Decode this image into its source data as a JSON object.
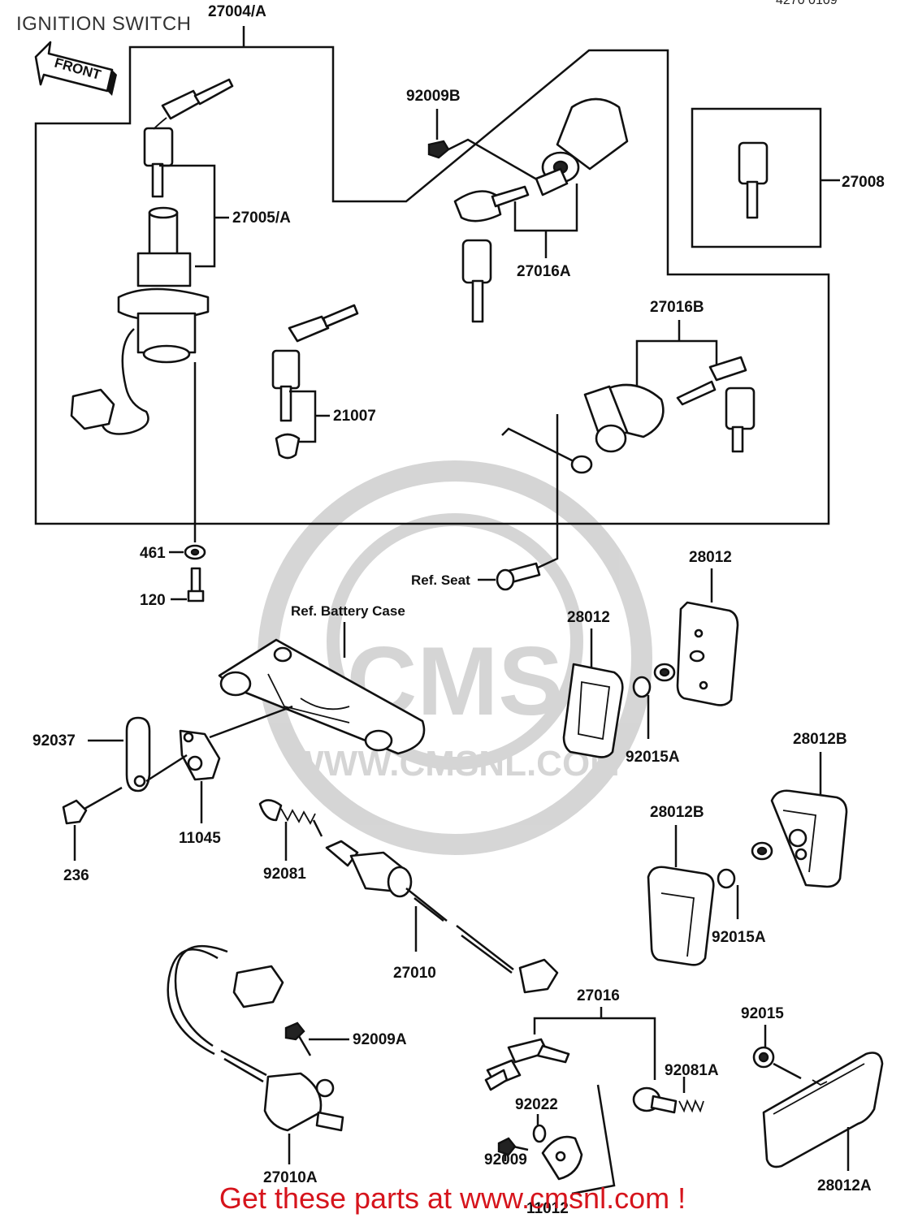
{
  "diagram": {
    "title": "IGNITION SWITCH",
    "corner_code": "4270 0109",
    "front_arrow": "FRONT",
    "footer": "Get these parts at www.cmsnl.com !",
    "watermark": {
      "brand": "CMS",
      "url": "WWW.CMSNL.COM"
    },
    "part_numbers": {
      "p27004A": "27004/A",
      "p27005A": "27005/A",
      "p92009B": "92009B",
      "p27016A": "27016A",
      "p27008": "27008",
      "p27016B": "27016B",
      "p21007": "21007",
      "p461": "461",
      "p120": "120",
      "ref_seat": "Ref. Seat",
      "ref_battery": "Ref. Battery Case",
      "p28012_a": "28012",
      "p28012_b": "28012",
      "p92015A_a": "92015A",
      "p92037": "92037",
      "p28012B_a": "28012B",
      "p11045": "11045",
      "p236": "236",
      "p92081": "92081",
      "p28012B_b": "28012B",
      "p92015A_b": "92015A",
      "p27010": "27010",
      "p27016": "27016",
      "p92015": "92015",
      "p92009A": "92009A",
      "p92081A": "92081A",
      "p92022": "92022",
      "p92009": "92009",
      "p27010A": "27010A",
      "p28012A": "28012A",
      "p11012": "11012"
    }
  }
}
